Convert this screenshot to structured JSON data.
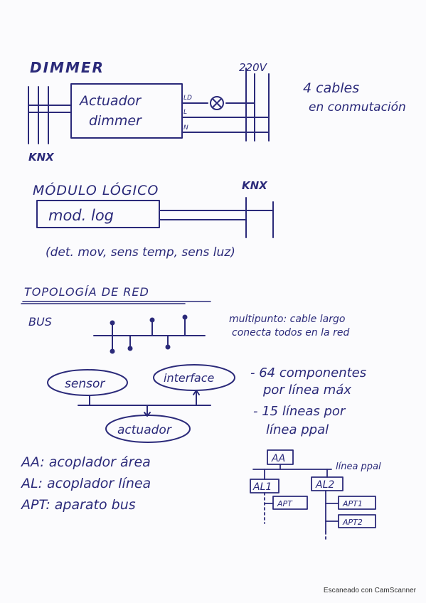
{
  "dimmer": {
    "title": "DIMMER",
    "voltage": "220V",
    "actuator_line1": "Actuador",
    "actuator_line2": "dimmer",
    "out_ld": "LD",
    "out_l": "L",
    "out_n": "N",
    "knx": "KNX",
    "note_line1": "4 cables",
    "note_line2": "en conmutación"
  },
  "logic_module": {
    "title": "MÓDULO LÓGICO",
    "knx": "KNX",
    "box_label": "mod. log",
    "caption": "(det. mov, sens temp, sens luz)"
  },
  "topology": {
    "title": "TOPOLOGÍA DE RED",
    "bus_label": "BUS",
    "multipoint_line1": "multipunto: cable largo",
    "multipoint_line2": "conecta todos en la red",
    "sensor": "sensor",
    "interface": "interface",
    "actuator": "actuador",
    "limit1_line1": "- 64 componentes",
    "limit1_line2": "por línea máx",
    "limit2_line1": "- 15 líneas por",
    "limit2_line2": "línea ppal"
  },
  "definitions": {
    "aa": "AA: acoplador área",
    "al": "AL: acoplador línea",
    "apt": "APT: aparato bus"
  },
  "hierarchy": {
    "aa": "AA",
    "main_line": "línea ppal",
    "al1": "AL1",
    "al2": "AL2",
    "apt": "APT",
    "apt1": "APT1",
    "apt2": "APT2"
  },
  "footer": "Escaneado con CamScanner",
  "colors": {
    "ink": "#2b2a7a",
    "paper": "#fbfbfd"
  }
}
